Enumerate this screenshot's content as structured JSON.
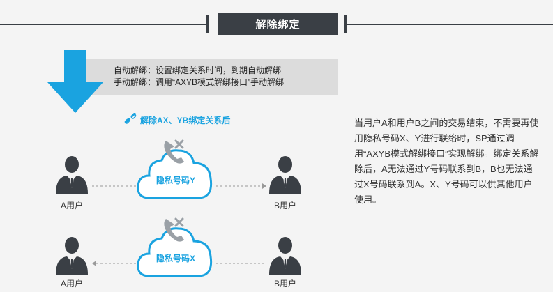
{
  "banner": {
    "title": "解除绑定"
  },
  "notes": {
    "auto": "自动解绑：设置绑定关系时间，到期自动解绑",
    "manual": "手动解绑：调用“AXYB模式解绑接口”手动解绑"
  },
  "step_title": "解除AX、YB绑定关系后",
  "scenario_top": {
    "user_a": "A用户",
    "cloud": "隐私号码Y",
    "user_b": "B用户"
  },
  "scenario_bottom": {
    "user_a": "A用户",
    "cloud": "隐私号码X",
    "user_b": "B用户"
  },
  "description": "当用户A和用户B之间的交易结束，不需要再使用隐私号码X、Y进行联络时，SP通过调用“AXYB模式解绑接口”实现解绑。绑定关系解除后，A无法通过Y号码联系到B，B也无法通过X号码联系到A。X、Y号码可以供其他用户使用。",
  "colors": {
    "accent": "#1aa3e0",
    "dark": "#3a3f45"
  },
  "icons": {
    "arrow": "down-arrow-icon",
    "link": "broken-link-icon",
    "person": "person-icon",
    "phone": "phone-disabled-icon"
  }
}
